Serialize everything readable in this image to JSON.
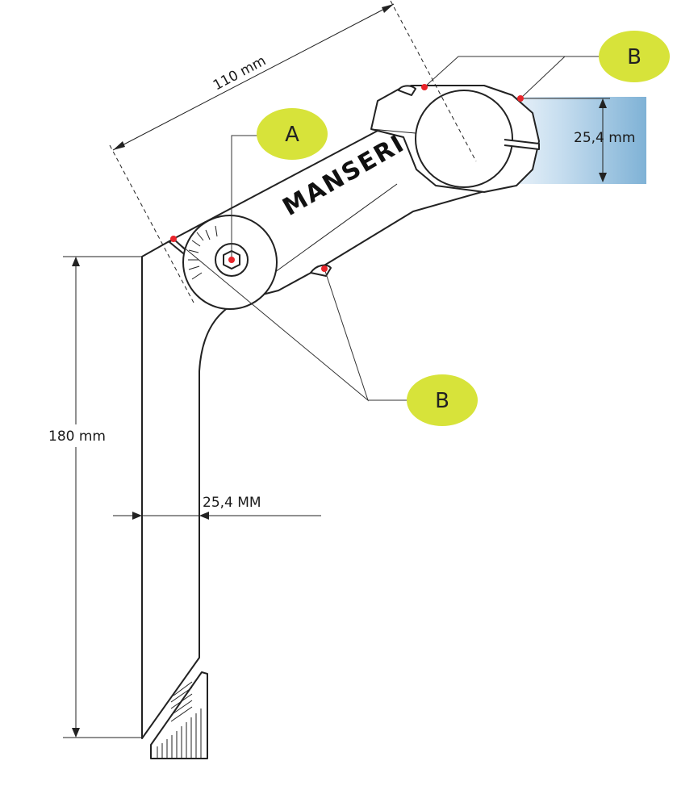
{
  "dimensions": {
    "reach": "110 mm",
    "clamp_diameter": "25,4 mm",
    "height": "180 mm",
    "quill_diameter": "25,4 MM"
  },
  "brand": "MANSERI",
  "callouts": {
    "pivot_bolt": "A",
    "top_clamp_bolts": "B",
    "bottom_bolts": "B"
  },
  "colors": {
    "badge_fill": "#d7e33a",
    "marker_red": "#e8242a",
    "gradient_start": "#ffffff",
    "gradient_end": "#7fb2d6"
  }
}
